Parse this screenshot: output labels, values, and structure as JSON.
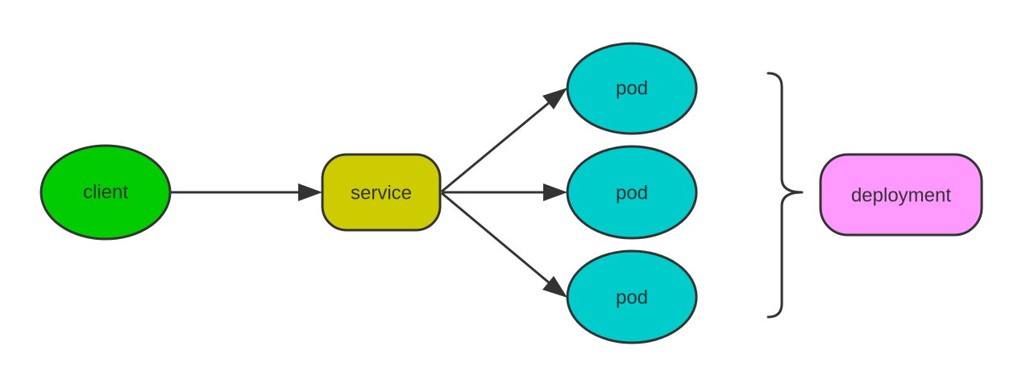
{
  "nodes": {
    "client": {
      "label": "client",
      "color": "#00cc00"
    },
    "service": {
      "label": "service",
      "color": "#cccc00"
    },
    "pod_top": {
      "label": "pod",
      "color": "#00cccc"
    },
    "pod_middle": {
      "label": "pod",
      "color": "#00cccc"
    },
    "pod_bottom": {
      "label": "pod",
      "color": "#00cccc"
    },
    "deployment": {
      "label": "deployment",
      "color": "#ff99ff"
    }
  },
  "edges": [
    {
      "from": "client",
      "to": "service"
    },
    {
      "from": "service",
      "to": "pod_top"
    },
    {
      "from": "service",
      "to": "pod_middle"
    },
    {
      "from": "service",
      "to": "pod_bottom"
    }
  ],
  "groups": [
    {
      "members": [
        "pod_top",
        "pod_middle",
        "pod_bottom"
      ],
      "owner": "deployment",
      "marker": "curly-brace"
    }
  ]
}
